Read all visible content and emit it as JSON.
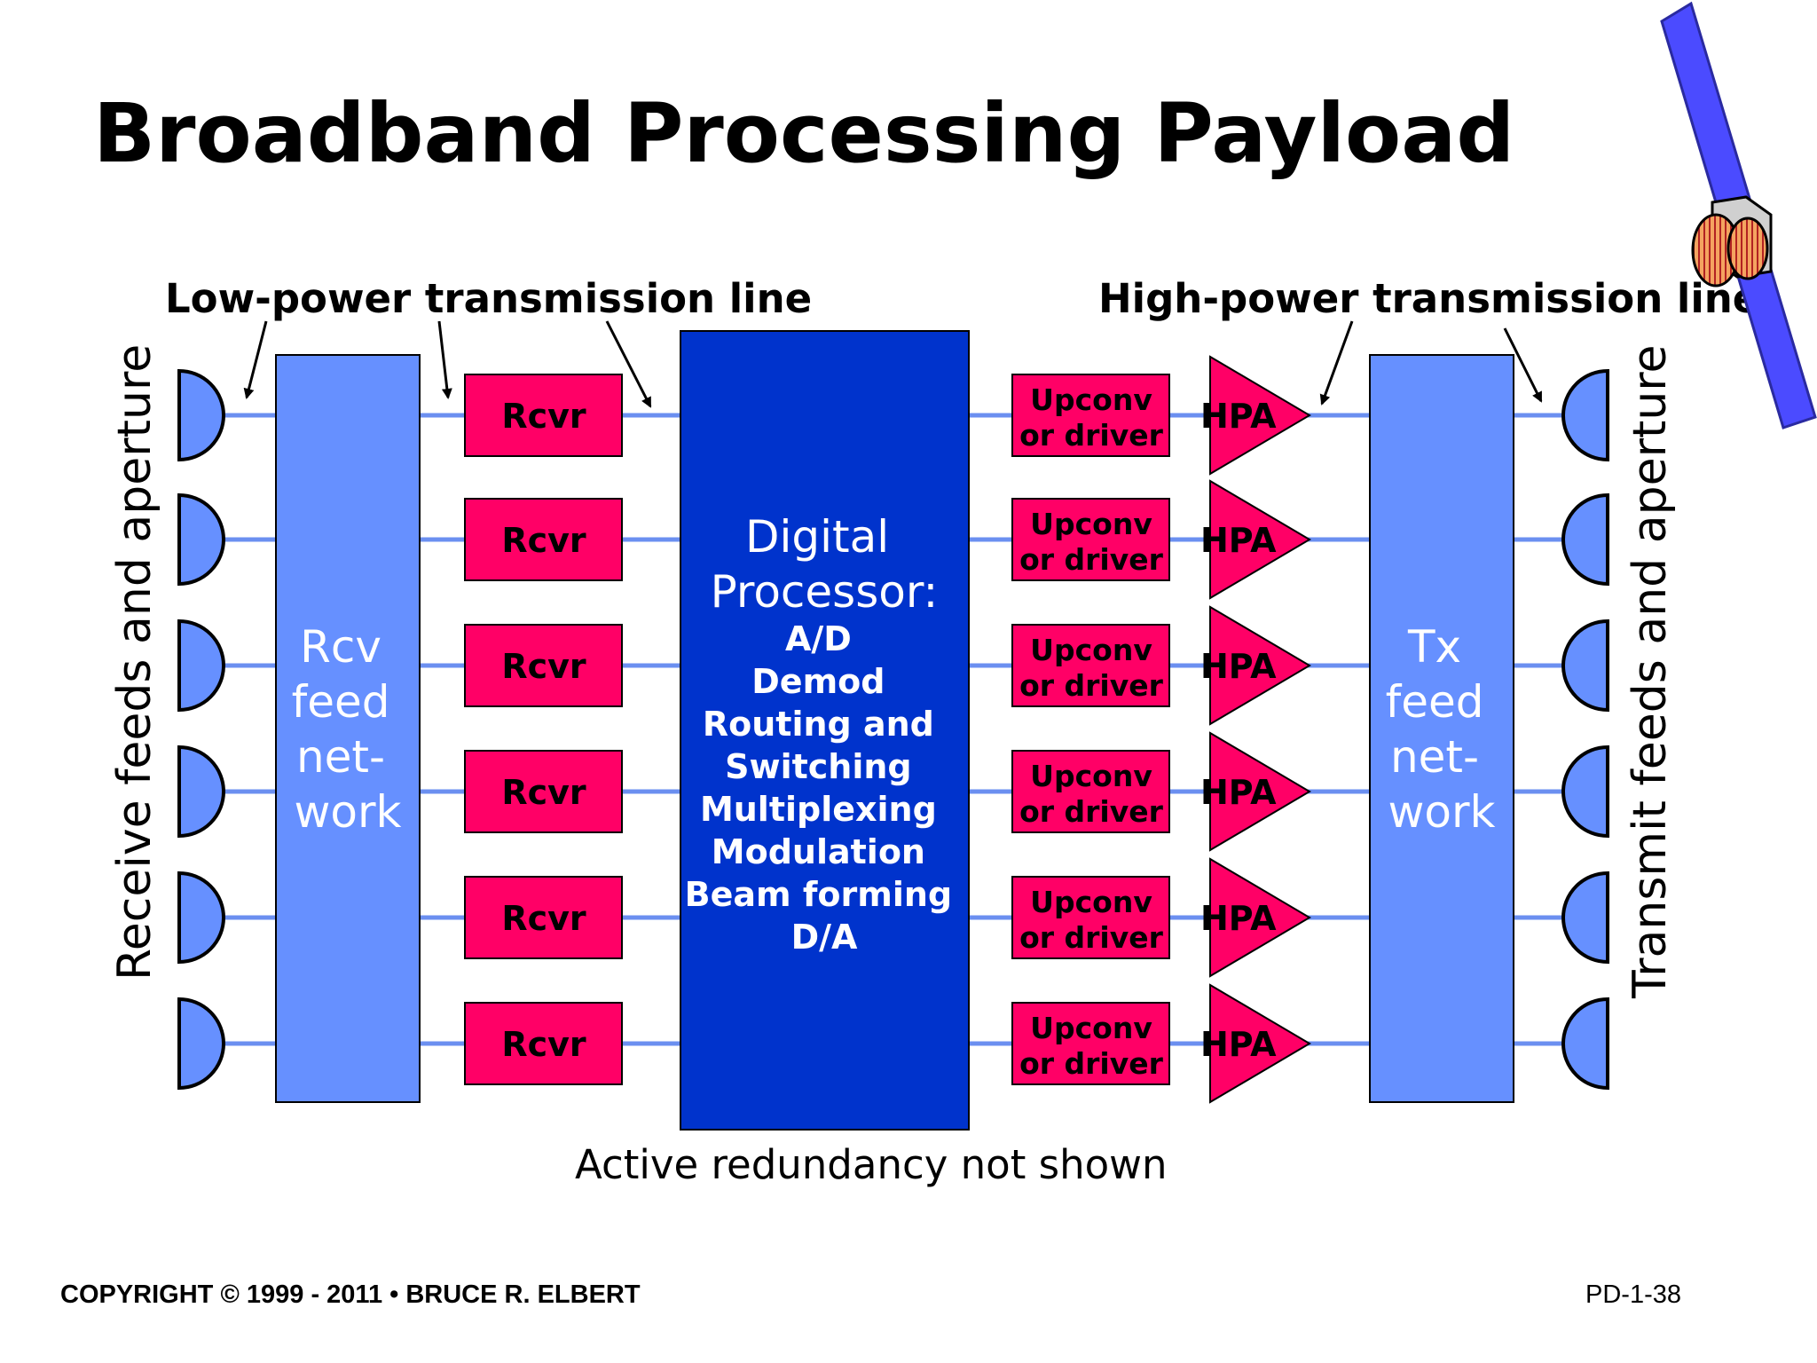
{
  "title": "Broadband Processing Payload",
  "labels": {
    "low_power_line": "Low-power transmission line",
    "high_power_line": "High-power transmission line",
    "receive_side": "Receive feeds and aperture",
    "transmit_side": "Transmit feeds and aperture",
    "redundancy_note": "Active redundancy not shown"
  },
  "rcv_feed_network": [
    "Rcv",
    "feed",
    "net-",
    "work"
  ],
  "tx_feed_network": [
    "Tx",
    "feed",
    "net-",
    "work"
  ],
  "receiver_label": "Rcvr",
  "upconverter_label": [
    "Upconv",
    "or driver"
  ],
  "hpa_label": "HPA",
  "processor": {
    "heading": [
      "Digital",
      "Processor:"
    ],
    "functions": [
      "A/D",
      "Demod",
      "Routing and",
      "Switching",
      "Multiplexing",
      "Modulation",
      "Beam forming",
      "D/A"
    ]
  },
  "channel_count": 6,
  "footer": {
    "copyright": "COPYRIGHT © 1999 - 2011 • BRUCE R. ELBERT",
    "page_id": "PD-1-38"
  },
  "colors": {
    "line_blue": "#6b8ff0",
    "feed_network_fill": "#6690ff",
    "processor_fill": "#0033cc",
    "unit_fill": "#ff0066",
    "horn_fill": "#6690ff",
    "satellite_panel": "#4b4bff"
  }
}
